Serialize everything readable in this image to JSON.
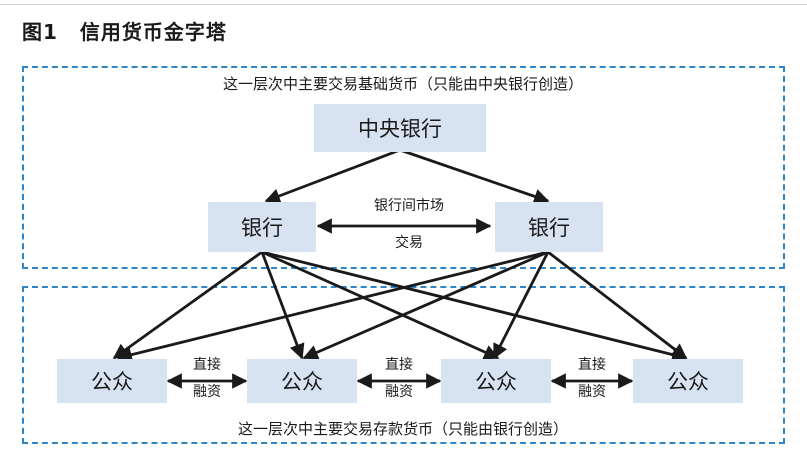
{
  "figure": {
    "number": "图1",
    "title": "信用货币金字塔"
  },
  "layers": {
    "top_caption": "这一层次中主要交易基础货币（只能由中央银行创造）",
    "bottom_caption": "这一层次中主要交易存款货币（只能由银行创造）"
  },
  "nodes": {
    "central_bank": "中央银行",
    "bank_left": "银行",
    "bank_right": "银行",
    "public": [
      "公众",
      "公众",
      "公众",
      "公众"
    ]
  },
  "edge_labels": {
    "interbank_market": "银行间市场",
    "interbank_trade": "交易",
    "direct": "直接",
    "financing": "融资"
  },
  "colors": {
    "box_fill": "#d7e3f0",
    "dashed_border": "#2e86c8",
    "arrow": "#1a1a1a"
  }
}
